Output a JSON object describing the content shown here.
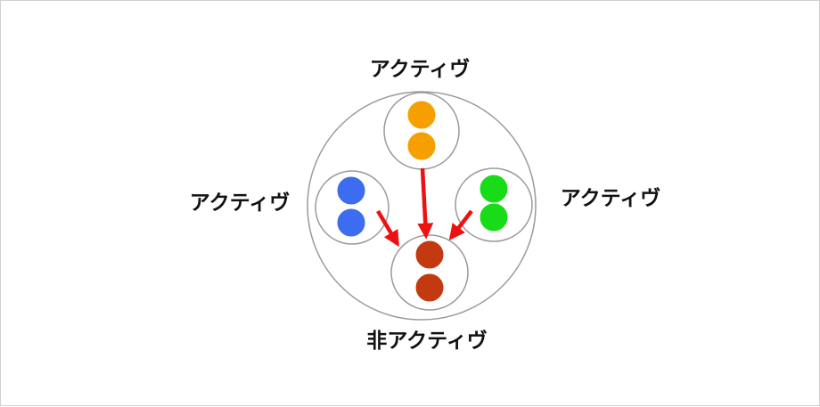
{
  "labels": {
    "top": "アクティヴ",
    "left": "アクティヴ",
    "right": "アクティヴ",
    "bottom": "非アクティヴ"
  },
  "groups": {
    "top": {
      "state": "active",
      "color": "#f5a000"
    },
    "left": {
      "state": "active",
      "color": "#3c6cf0"
    },
    "right": {
      "state": "active",
      "color": "#18dc18"
    },
    "bottom": {
      "state": "inactive",
      "color": "#c43a10"
    }
  },
  "arrow_color": "#ee1111",
  "outline_color": "#9a9a9a"
}
